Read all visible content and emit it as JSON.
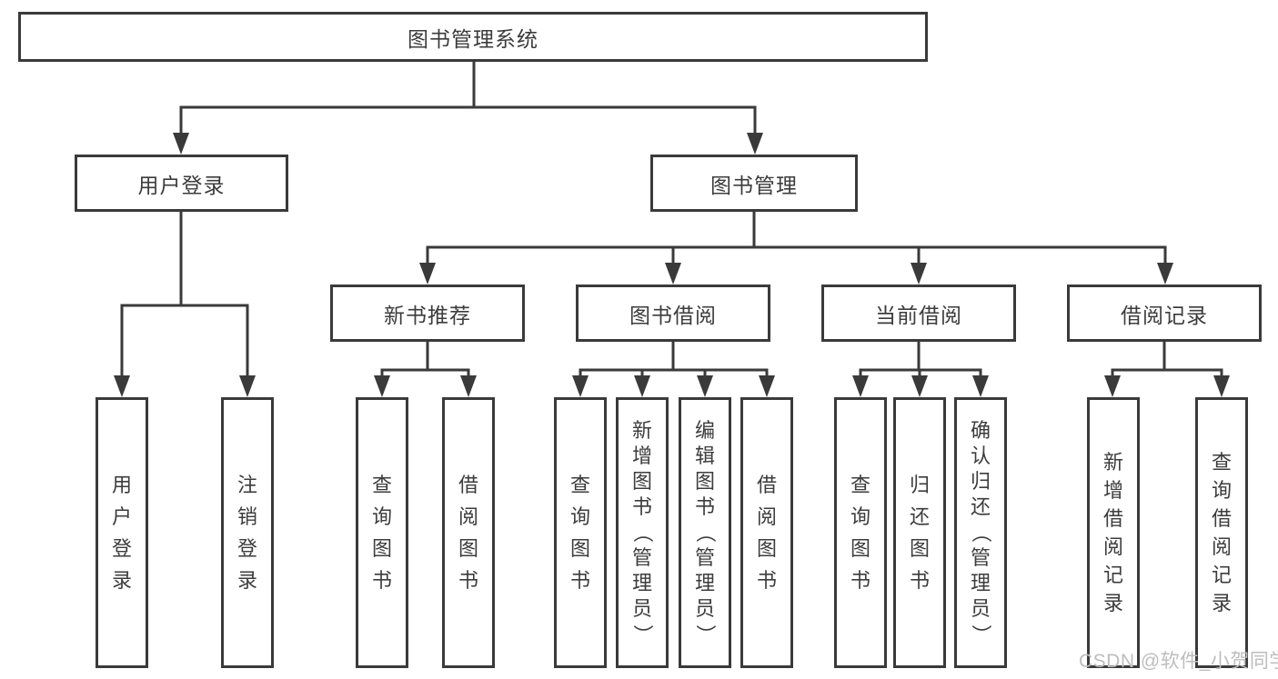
{
  "diagram": {
    "root": "图书管理系统",
    "level2": [
      "用户登录",
      "图书管理"
    ],
    "level3": [
      "新书推荐",
      "图书借阅",
      "当前借阅",
      "借阅记录"
    ],
    "leaves": {
      "user_login": [
        "用户登录",
        "注销登录"
      ],
      "new_book_recommend": [
        "查询图书",
        "借阅图书"
      ],
      "book_borrow": [
        "查询图书",
        "新增图书（管理员）",
        "编辑图书（管理员）",
        "借阅图书"
      ],
      "current_borrow": [
        "查询图书",
        "归还图书",
        "确认归还（管理员）"
      ],
      "borrow_record": [
        "新增借阅记录",
        "查询借阅记录"
      ]
    }
  },
  "watermark": "CSDN @软件_小贺同学",
  "colors": {
    "line": "#3a3a3a",
    "text": "#3c3c3c",
    "background": "#ffffff",
    "watermark": "#bdbdbd"
  }
}
